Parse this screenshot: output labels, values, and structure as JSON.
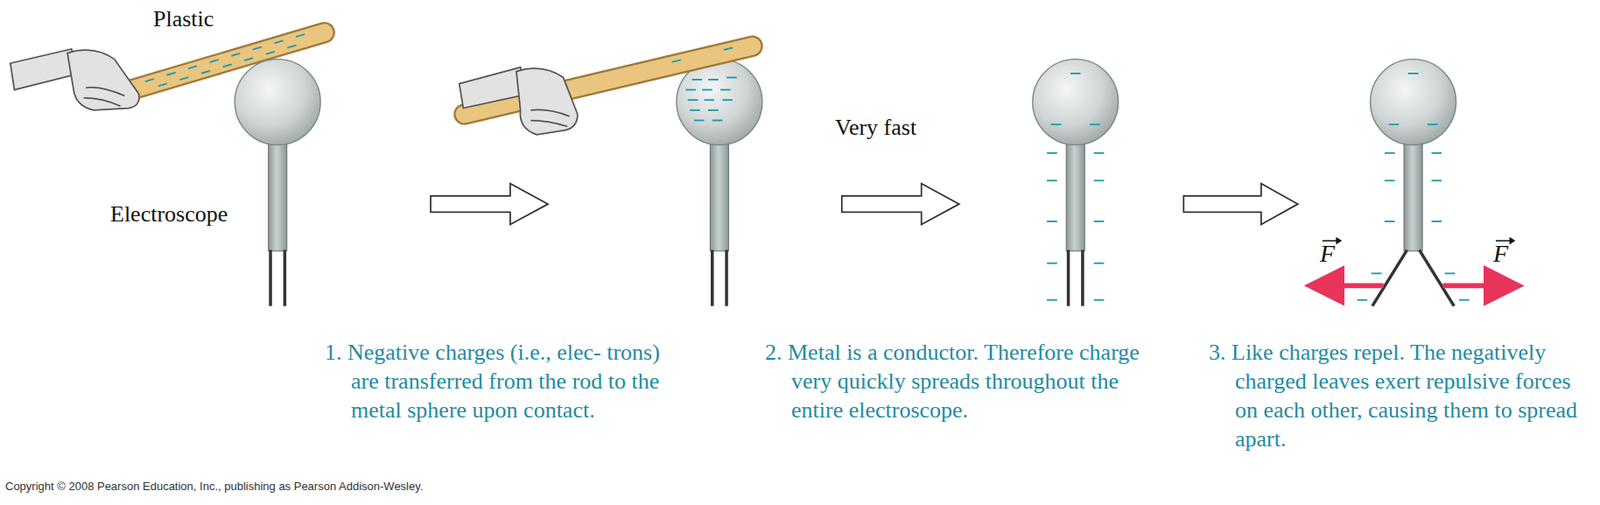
{
  "diagram": {
    "labels": [
      "Plastic",
      "Electroscope",
      "Very fast",
      "F",
      "F",
      "1. Negative charges (i.e., elec- trons) are transferred from the rod to the metal sphere upon contact.",
      "2. Metal is a conductor. Therefore charge very quickly spreads throughout the entire electroscope.",
      "3. Like charges repel. The negatively charged leaves exert repulsive forces on each other, causing them to spread apart.",
      "Copyright © 2008 Pearson Education, Inc., publishing as Pearson Addison-Wesley."
    ]
  }
}
